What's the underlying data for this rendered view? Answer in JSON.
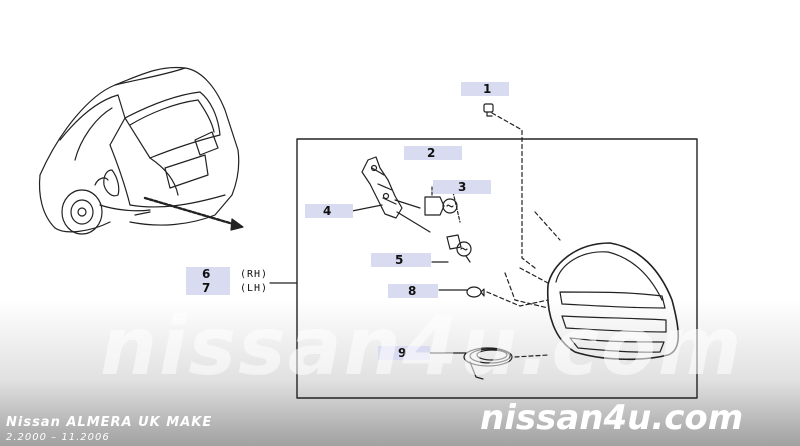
{
  "callouts": [
    {
      "id": "1",
      "label": "1"
    },
    {
      "id": "2",
      "label": "2"
    },
    {
      "id": "3",
      "label": "3"
    },
    {
      "id": "4",
      "label": "4"
    },
    {
      "id": "5",
      "label": "5"
    },
    {
      "id": "6",
      "label": "6"
    },
    {
      "id": "7",
      "label": "7"
    },
    {
      "id": "8",
      "label": "8"
    },
    {
      "id": "9",
      "label": "9"
    }
  ],
  "side_labels": {
    "rh": "(RH)",
    "lh": "(LH)"
  },
  "watermark_center": "nissan4u.com",
  "footer": {
    "make": "Nissan ALMERA UK MAKE",
    "dates": "2.2000 – 11.2006",
    "brand": "nissan4u.com"
  },
  "colors": {
    "callout_bg": "#d9dcf0",
    "line": "#222222"
  }
}
